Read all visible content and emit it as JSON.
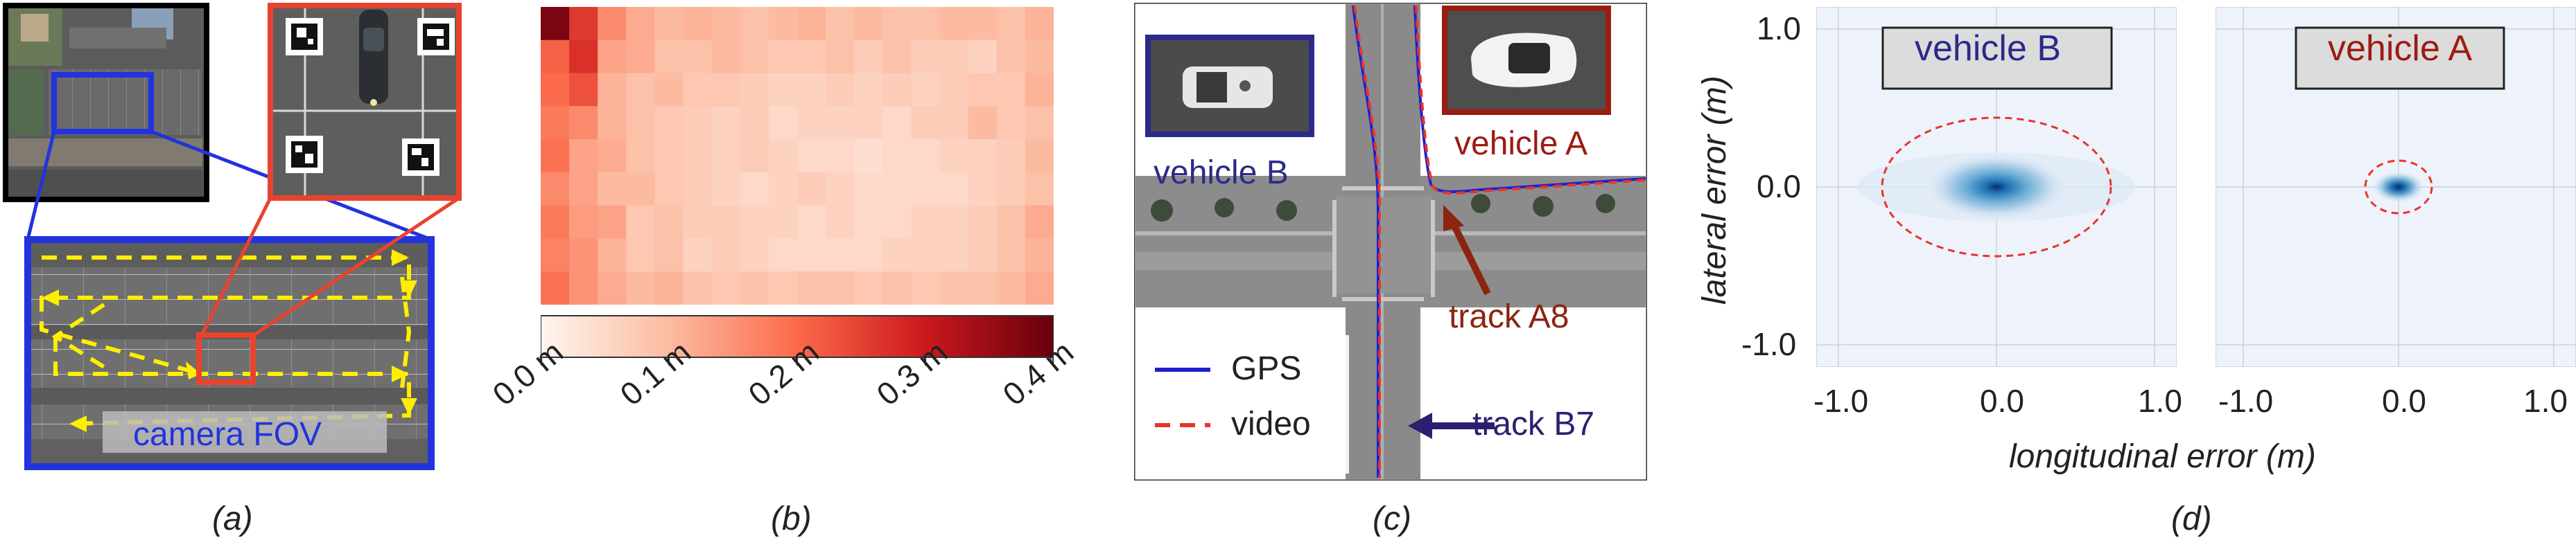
{
  "panels": {
    "a": {
      "caption": "(a)",
      "fov_label": "camera FOV"
    },
    "b": {
      "caption": "(b)",
      "colorbar_ticks": [
        "0.0 m",
        "0.1 m",
        "0.2 m",
        "0.3 m",
        "0.4 m"
      ]
    },
    "c": {
      "caption": "(c)",
      "vehicle_b_label": "vehicle B",
      "vehicle_a_label": "vehicle A",
      "legend": [
        {
          "label": "GPS",
          "color": "#1f1fd0",
          "style": "solid"
        },
        {
          "label": "video",
          "color": "#e8342a",
          "style": "dashed"
        }
      ],
      "track_a": "track A8",
      "track_b": "track B7"
    },
    "d": {
      "caption": "(d)",
      "ylabel": "lateral error (m)",
      "xlabel": "longitudinal error (m)",
      "subplot_b_title": "vehicle B",
      "subplot_a_title": "vehicle A",
      "y_ticks": [
        "1.0",
        "0.0",
        "-1.0"
      ],
      "x_ticks_b": [
        "-1.0",
        "0.0",
        "1.0"
      ],
      "x_ticks_a": [
        "-1.0",
        "0.0",
        "1.0"
      ]
    }
  },
  "colors": {
    "blue_frame": "#2233dd",
    "red_frame": "#e8432f",
    "yellow_track": "#ffee00",
    "vehicle_b_text": "#2b2a8a",
    "vehicle_a_text": "#9b1c12",
    "track_a_color": "#8b2510",
    "track_b_color": "#2b2070"
  },
  "chart_data": {
    "type": "heatmap",
    "rows": 9,
    "cols": 18,
    "colorbar_range": [
      0.0,
      0.4
    ],
    "colorbar_unit": "m",
    "values": [
      [
        0.38,
        0.26,
        0.16,
        0.12,
        0.1,
        0.11,
        0.1,
        0.09,
        0.1,
        0.11,
        0.09,
        0.1,
        0.09,
        0.09,
        0.1,
        0.1,
        0.09,
        0.11
      ],
      [
        0.21,
        0.27,
        0.13,
        0.12,
        0.09,
        0.09,
        0.1,
        0.09,
        0.08,
        0.08,
        0.09,
        0.07,
        0.09,
        0.07,
        0.07,
        0.06,
        0.09,
        0.1
      ],
      [
        0.2,
        0.23,
        0.11,
        0.09,
        0.1,
        0.08,
        0.08,
        0.07,
        0.06,
        0.06,
        0.07,
        0.06,
        0.07,
        0.06,
        0.07,
        0.08,
        0.08,
        0.11
      ],
      [
        0.18,
        0.16,
        0.11,
        0.09,
        0.08,
        0.07,
        0.06,
        0.07,
        0.05,
        0.06,
        0.06,
        0.06,
        0.05,
        0.07,
        0.07,
        0.1,
        0.08,
        0.09
      ],
      [
        0.19,
        0.13,
        0.12,
        0.09,
        0.08,
        0.07,
        0.06,
        0.07,
        0.06,
        0.05,
        0.05,
        0.04,
        0.05,
        0.05,
        0.06,
        0.06,
        0.07,
        0.1
      ],
      [
        0.16,
        0.13,
        0.1,
        0.1,
        0.08,
        0.07,
        0.06,
        0.05,
        0.06,
        0.07,
        0.06,
        0.05,
        0.05,
        0.05,
        0.05,
        0.06,
        0.07,
        0.09
      ],
      [
        0.18,
        0.14,
        0.13,
        0.08,
        0.09,
        0.07,
        0.07,
        0.06,
        0.06,
        0.05,
        0.06,
        0.05,
        0.05,
        0.06,
        0.06,
        0.07,
        0.09,
        0.12
      ],
      [
        0.17,
        0.15,
        0.11,
        0.08,
        0.09,
        0.06,
        0.07,
        0.06,
        0.05,
        0.05,
        0.05,
        0.05,
        0.06,
        0.06,
        0.06,
        0.07,
        0.09,
        0.11
      ],
      [
        0.19,
        0.15,
        0.12,
        0.1,
        0.11,
        0.09,
        0.08,
        0.09,
        0.08,
        0.09,
        0.09,
        0.08,
        0.09,
        0.08,
        0.09,
        0.09,
        0.1,
        0.12
      ]
    ]
  }
}
